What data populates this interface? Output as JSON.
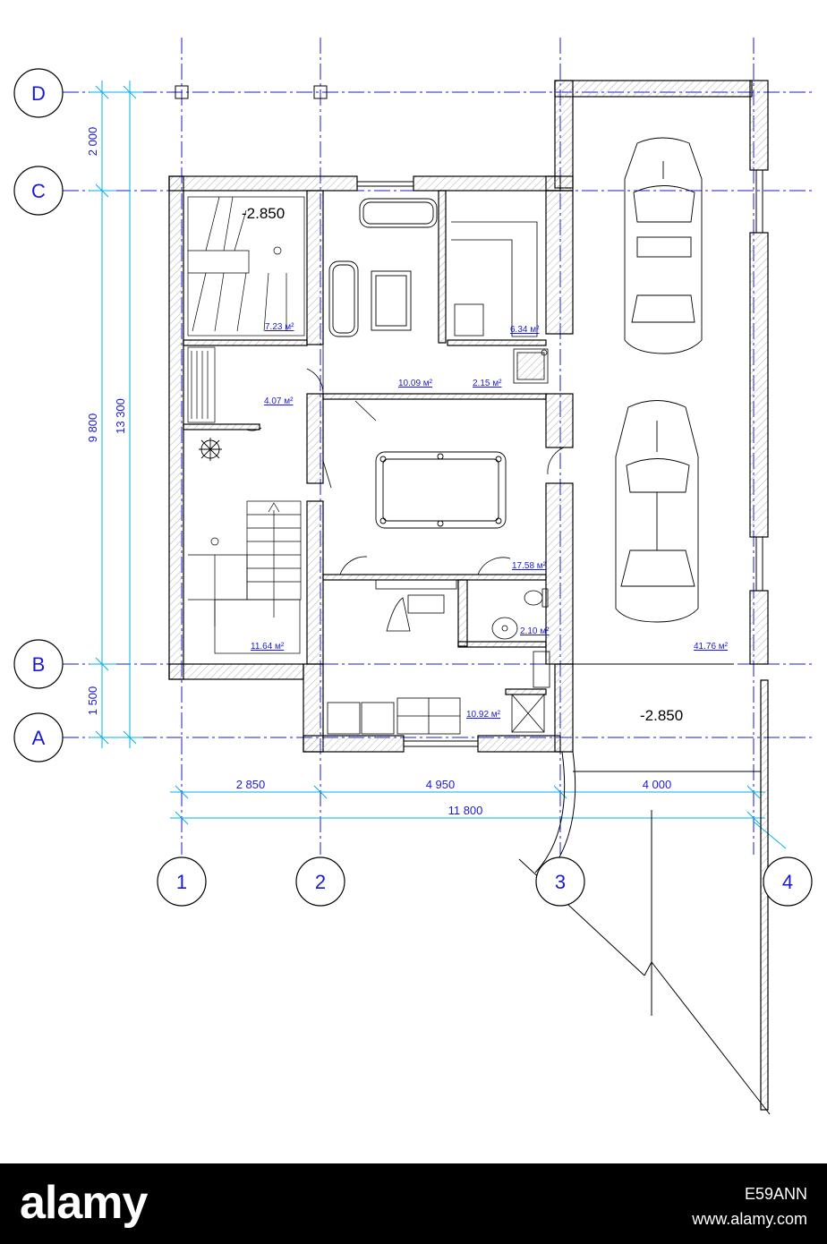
{
  "axes": {
    "rows": [
      "D",
      "C",
      "B",
      "A"
    ],
    "columns": [
      "1",
      "2",
      "3",
      "4"
    ]
  },
  "dimensions": {
    "vertical": [
      "2 000",
      "9 800",
      "13 300",
      "1 500"
    ],
    "horizontal": [
      "2 850",
      "4 950",
      "4 000",
      "11 800"
    ]
  },
  "levels": [
    "-2.850",
    "-2.850"
  ],
  "rooms": {
    "stair_upper": "7.23 м²",
    "lounge": "10.09 м²",
    "room_top_right": "6.34 м²",
    "small_room": "2.15 м²",
    "closet": "4.07 м²",
    "billiard": "17.58 м²",
    "stair_lower": "11.64 м²",
    "wc": "2.10 м²",
    "utility": "10.92 м²",
    "garage": "41.76 м²"
  },
  "colors": {
    "axis": "#1a1ad6",
    "dimension": "#00b0e8",
    "wall": "#000000"
  },
  "footer": {
    "brand": "alamy",
    "image_id": "E59ANN",
    "site": "www.alamy.com"
  }
}
